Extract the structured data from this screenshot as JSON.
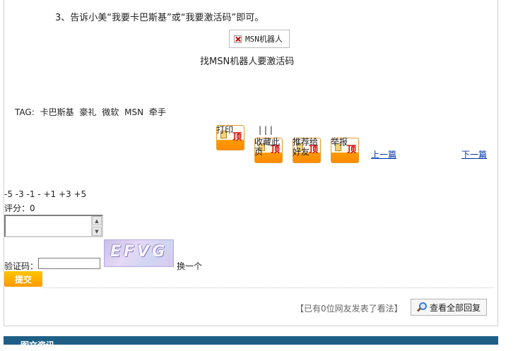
{
  "article": {
    "step3": "3、告诉小美“我要卡巴斯基”或“我要激活码”即可。",
    "image_alt": "MSN机器人",
    "image_caption": "找MSN机器人要激活码",
    "tags_label": "TAG:",
    "tags": [
      "卡巴斯基",
      "豪礼",
      "微软",
      "MSN",
      "牵手"
    ]
  },
  "actions": {
    "ding_text": "顶",
    "print": "打印",
    "favorite": "收藏此页",
    "recommend": "推荐给好友",
    "report": "举报",
    "separators": "| | |",
    "prev": "上一篇",
    "next": "下一篇"
  },
  "comment_form": {
    "rating_options": "-5 -3 -1 - +1 +3 +5",
    "score_label": "评分：0",
    "captcha_label": "验证码：",
    "captcha_text": "EFVG",
    "captcha_refresh": "换一个",
    "submit": "提交",
    "comment_count": "【已有0位网友发表了看法】",
    "view_all": "查看全部回复"
  },
  "section": {
    "title": "图文资讯"
  },
  "colors": {
    "accent_orange": "#ff9a00",
    "link_blue": "#0033aa",
    "bar_blue": "#1f5f86"
  }
}
